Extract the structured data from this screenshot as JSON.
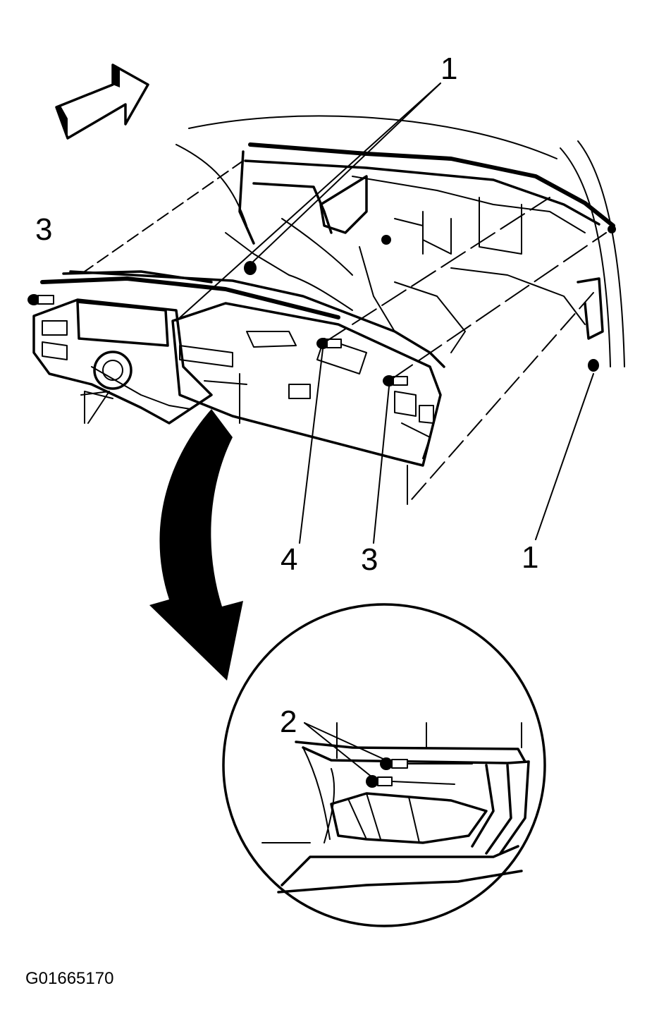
{
  "callouts": {
    "top_center_1": "1",
    "left_3": "3",
    "bottom_4": "4",
    "bottom_3": "3",
    "bottom_right_1": "1",
    "detail_2": "2"
  },
  "figure_id": "G01665170"
}
